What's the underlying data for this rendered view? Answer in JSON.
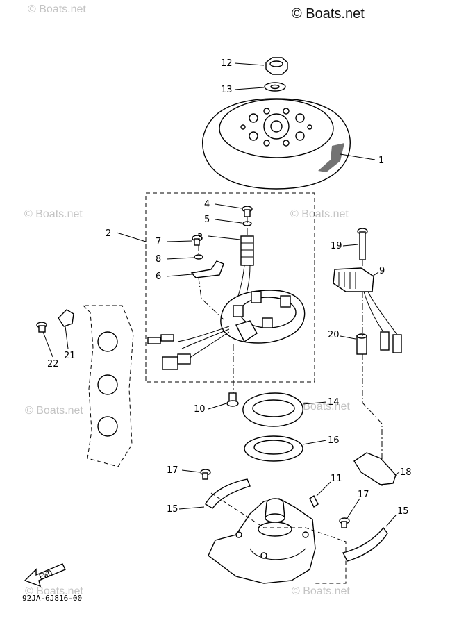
{
  "watermark": {
    "main": "© Boats.net",
    "faint": "© Boats.net"
  },
  "diagram_code": "92JA-6J816-00",
  "fwd_label": "FWD",
  "callouts": [
    {
      "id": "1",
      "label": "1"
    },
    {
      "id": "2",
      "label": "2"
    },
    {
      "id": "3",
      "label": "3"
    },
    {
      "id": "4",
      "label": "4"
    },
    {
      "id": "5",
      "label": "5"
    },
    {
      "id": "6",
      "label": "6"
    },
    {
      "id": "7",
      "label": "7"
    },
    {
      "id": "8",
      "label": "8"
    },
    {
      "id": "9",
      "label": "9"
    },
    {
      "id": "10",
      "label": "10"
    },
    {
      "id": "11",
      "label": "11"
    },
    {
      "id": "12",
      "label": "12"
    },
    {
      "id": "13",
      "label": "13"
    },
    {
      "id": "14",
      "label": "14"
    },
    {
      "id": "15a",
      "label": "15"
    },
    {
      "id": "15b",
      "label": "15"
    },
    {
      "id": "16",
      "label": "16"
    },
    {
      "id": "17a",
      "label": "17"
    },
    {
      "id": "17b",
      "label": "17"
    },
    {
      "id": "18",
      "label": "18"
    },
    {
      "id": "19",
      "label": "19"
    },
    {
      "id": "20",
      "label": "20"
    },
    {
      "id": "21",
      "label": "21"
    },
    {
      "id": "22",
      "label": "22"
    }
  ]
}
